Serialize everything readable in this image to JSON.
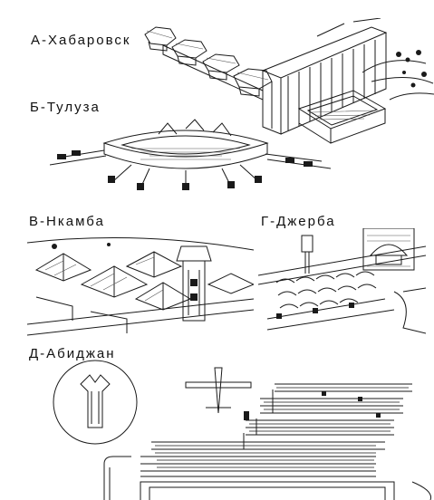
{
  "captions": {
    "a": "А-Хабаровск",
    "b": "Б-Тулуза",
    "v": "В-Нкамба",
    "g": "Г-Джерба",
    "d": "Д-Абиджан"
  },
  "colors": {
    "ink": "#1a1a1a",
    "paper": "#ffffff",
    "hatch": "#555555"
  }
}
